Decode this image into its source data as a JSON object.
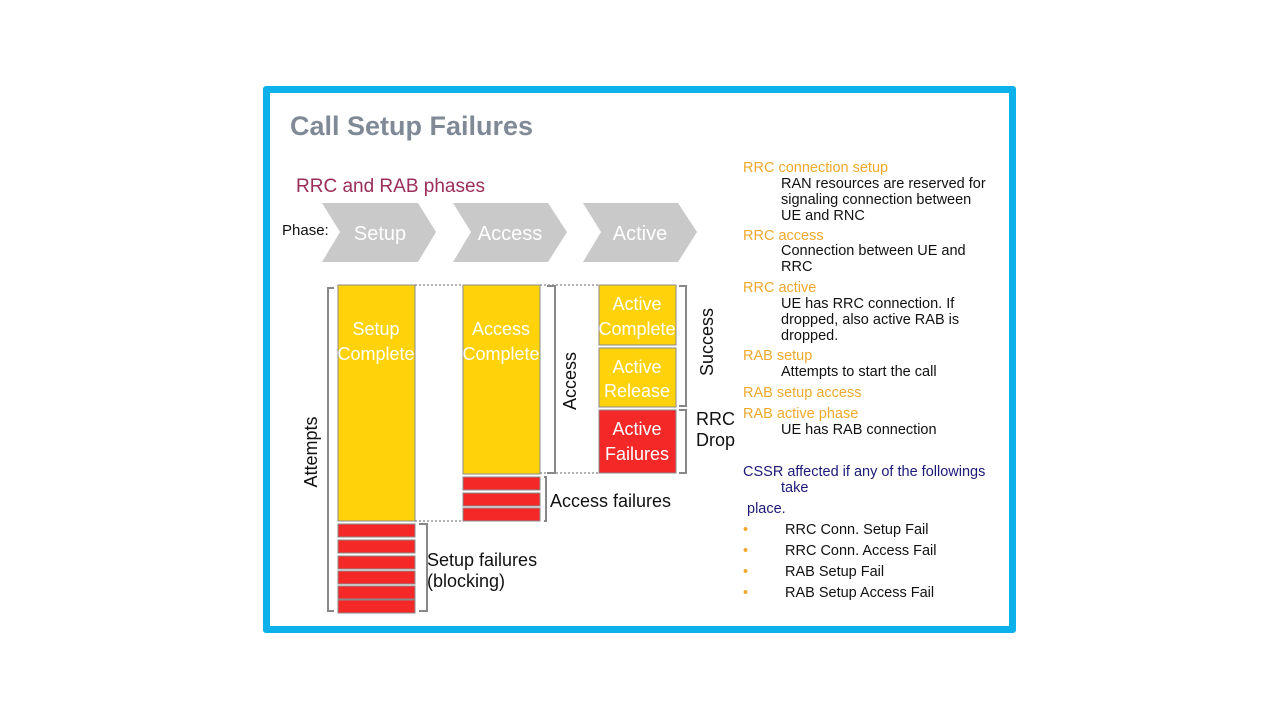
{
  "slide": {
    "title": "Call Setup Failures",
    "subtitle": "RRC and RAB phases",
    "phase_label": "Phase:"
  },
  "phases": [
    "Setup",
    "Access",
    "Active"
  ],
  "blocks": {
    "setup_complete": [
      "Setup",
      "Complete"
    ],
    "access_complete": [
      "Access",
      "Complete"
    ],
    "active_complete": [
      "Active",
      "Complete"
    ],
    "active_release": [
      "Active",
      "Release"
    ],
    "active_failures": [
      "Active",
      "Failures"
    ]
  },
  "labels": {
    "attempts": "Attempts",
    "access": "Access",
    "success": "Success",
    "rrc_drop": [
      "RRC",
      "Drop"
    ],
    "access_failures": "Access failures",
    "setup_failures": [
      "Setup failures",
      "(blocking)"
    ]
  },
  "definitions": [
    {
      "term": "RRC connection setup",
      "desc": [
        "RAN resources are reserved for",
        "signaling connection between",
        "UE and RNC"
      ]
    },
    {
      "term": "RRC access",
      "desc": [
        "Connection between UE and",
        "RRC"
      ]
    },
    {
      "term": "RRC active",
      "desc": [
        "UE has RRC connection. If",
        "dropped, also active RAB is",
        "dropped."
      ]
    },
    {
      "term": "RAB setup",
      "desc": [
        "Attempts to start the call"
      ]
    },
    {
      "term": "RAB setup access",
      "desc": []
    },
    {
      "term": "RAB active phase",
      "desc": [
        "UE has RAB connection"
      ]
    }
  ],
  "cssr": {
    "line1": "CSSR affected if any of the followings",
    "line2": "take",
    "line3": "place.",
    "items": [
      "RRC Conn. Setup Fail",
      "RRC Conn. Access Fail",
      "RAB Setup Fail",
      "RAB Setup Access Fail"
    ]
  },
  "colors": {
    "frame": "#0cb0ea",
    "yellow": "#ffd20a",
    "red": "#f52828",
    "chevron": "#c9c9c9",
    "orange_text": "#f0a92c",
    "title": "#7f8a96",
    "subtitle": "#9b2d5a",
    "navy": "#1c1a78"
  }
}
